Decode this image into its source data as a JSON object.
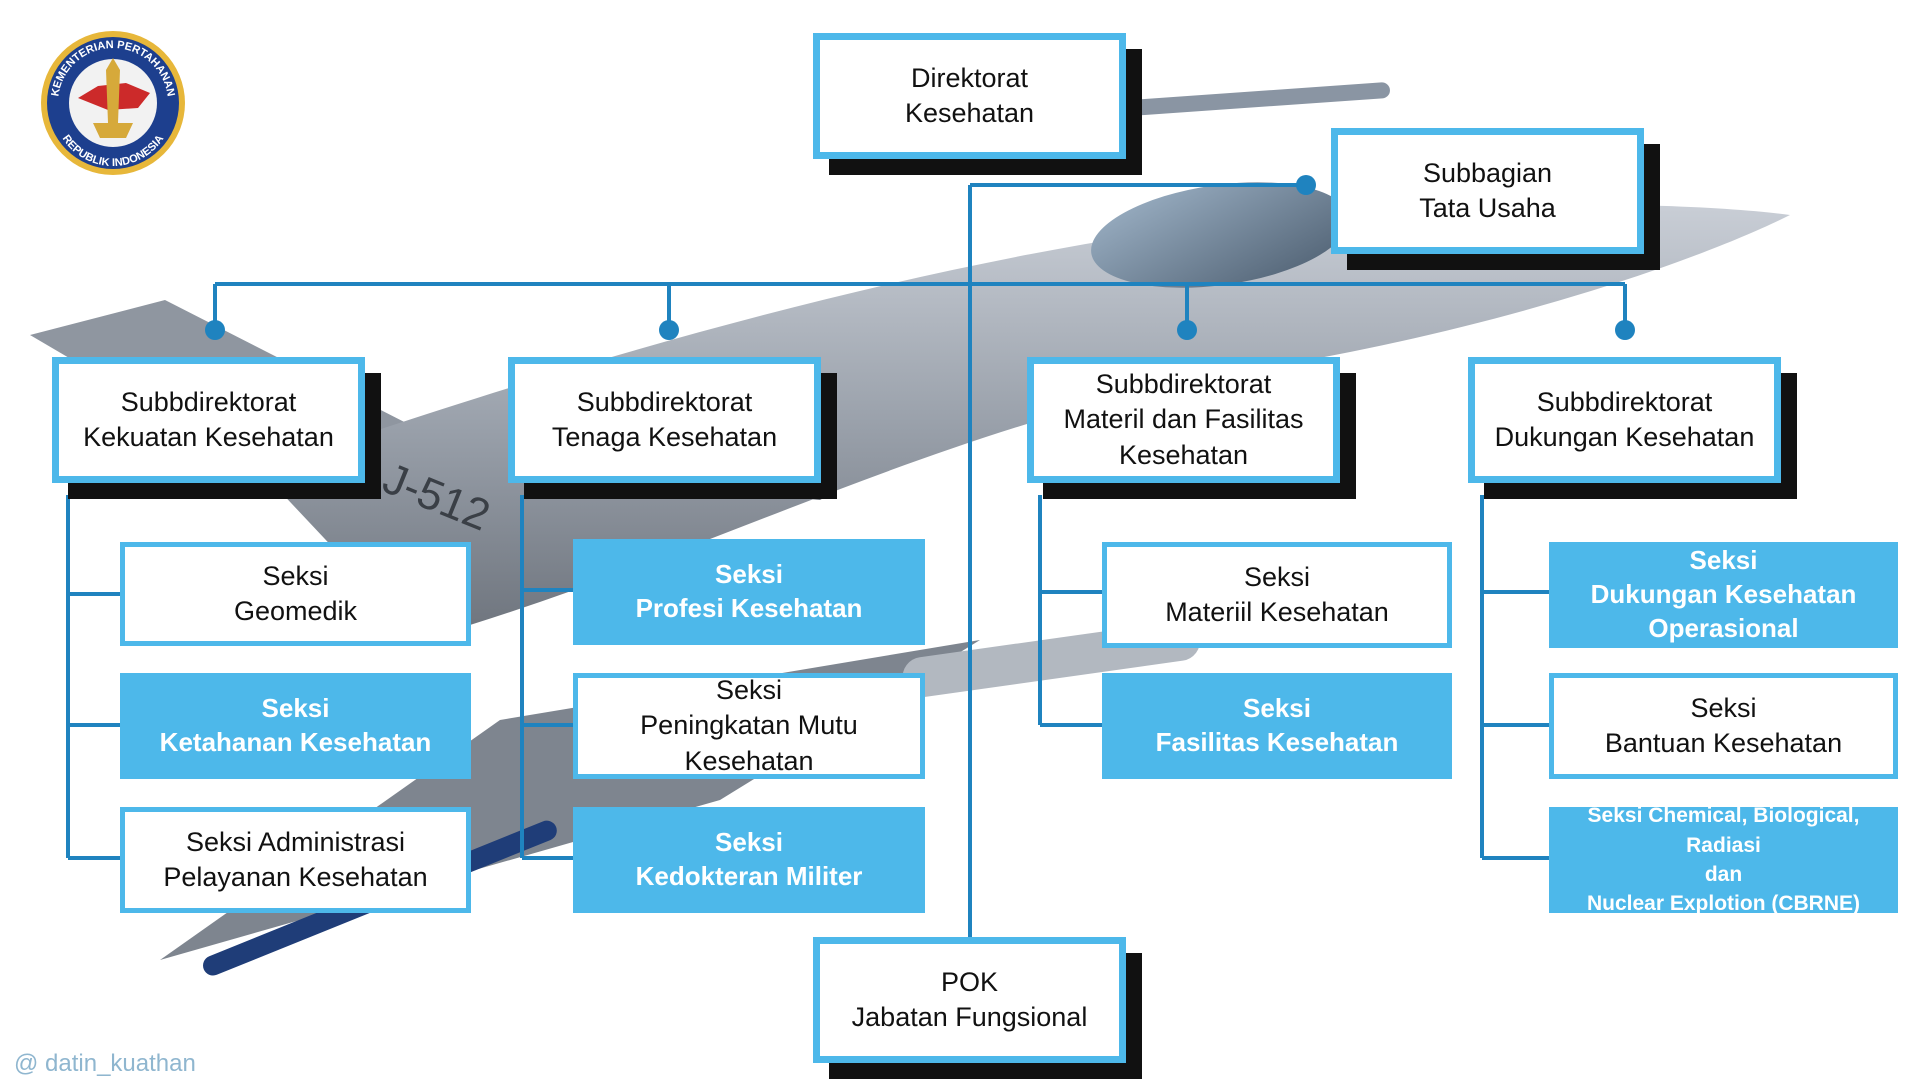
{
  "watermark": "@ datin_kuathan",
  "logo": {
    "ring_text_top": "KEMENTERIAN PERTAHANAN",
    "ring_text_bottom": "REPUBLIK INDONESIA"
  },
  "colors": {
    "accent": "#4db8ea",
    "connector": "#1f83bf",
    "shadow": "#111111"
  },
  "direktorat": {
    "line1": "Direktorat",
    "line2": "Kesehatan"
  },
  "subbagian": {
    "line1": "Subbagian",
    "line2": "Tata Usaha"
  },
  "pok": {
    "line1": "POK",
    "line2": "Jabatan Fungsional"
  },
  "subdirektorat": [
    {
      "lines": [
        "Subbdirektorat",
        "Kekuatan Kesehatan"
      ]
    },
    {
      "lines": [
        "Subbdirektorat",
        "Tenaga Kesehatan"
      ]
    },
    {
      "lines": [
        "Subbdirektorat",
        "Materil dan Fasilitas",
        "Kesehatan"
      ]
    },
    {
      "lines": [
        "Subbdirektorat",
        "Dukungan Kesehatan"
      ]
    }
  ],
  "seksi": [
    {
      "lines": [
        "Seksi",
        "Geomedik"
      ]
    },
    {
      "lines": [
        "Seksi",
        "Ketahanan Kesehatan"
      ]
    },
    {
      "lines": [
        "Seksi Administrasi",
        "Pelayanan Kesehatan"
      ]
    },
    {
      "lines": [
        "Seksi",
        "Profesi Kesehatan"
      ]
    },
    {
      "lines": [
        "Seksi",
        "Peningkatan Mutu Kesehatan"
      ]
    },
    {
      "lines": [
        "Seksi",
        "Kedokteran Militer"
      ]
    },
    {
      "lines": [
        "Seksi",
        "Materiil Kesehatan"
      ]
    },
    {
      "lines": [
        "Seksi",
        "Fasilitas Kesehatan"
      ]
    },
    {
      "lines": [
        "Seksi",
        "Dukungan Kesehatan",
        "Operasional"
      ]
    },
    {
      "lines": [
        "Seksi",
        "Bantuan Kesehatan"
      ]
    },
    {
      "lines": [
        "Seksi Chemical, Biological, Radiasi",
        "dan",
        "Nuclear Explotion (CBRNE)"
      ]
    }
  ]
}
